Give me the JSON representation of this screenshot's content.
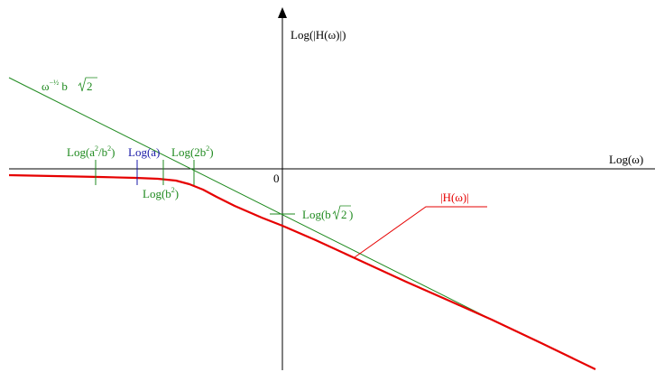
{
  "colors": {
    "axis": "#000000",
    "asymptote": "#1f8a1f",
    "curve": "#e60000",
    "marker_green": "#1f8a1f",
    "marker_blue": "#1a1aa8",
    "label_black": "#000000"
  },
  "axes": {
    "y_label": "Log(|H(ω)|)",
    "x_label": "Log(ω)",
    "origin_label": "0"
  },
  "asymptote": {
    "label_base": "ω",
    "label_exp": "−½",
    "label_mid": " b",
    "label_root": "2"
  },
  "markers": {
    "log_a2b2": {
      "pre": "Log(a",
      "sup1": "2",
      "mid": "/b",
      "sup2": "2",
      "post": ")"
    },
    "log_a": {
      "text": "Log(a)"
    },
    "log_2b2": {
      "pre": "Log(2b",
      "sup": "2",
      "post": ")"
    },
    "log_b2": {
      "pre": "Log(b",
      "sup": "2",
      "post": ")"
    },
    "log_broot2": {
      "pre": "Log(b",
      "root": "2",
      "post": ")"
    }
  },
  "curve": {
    "label": "|H(ω)|"
  }
}
